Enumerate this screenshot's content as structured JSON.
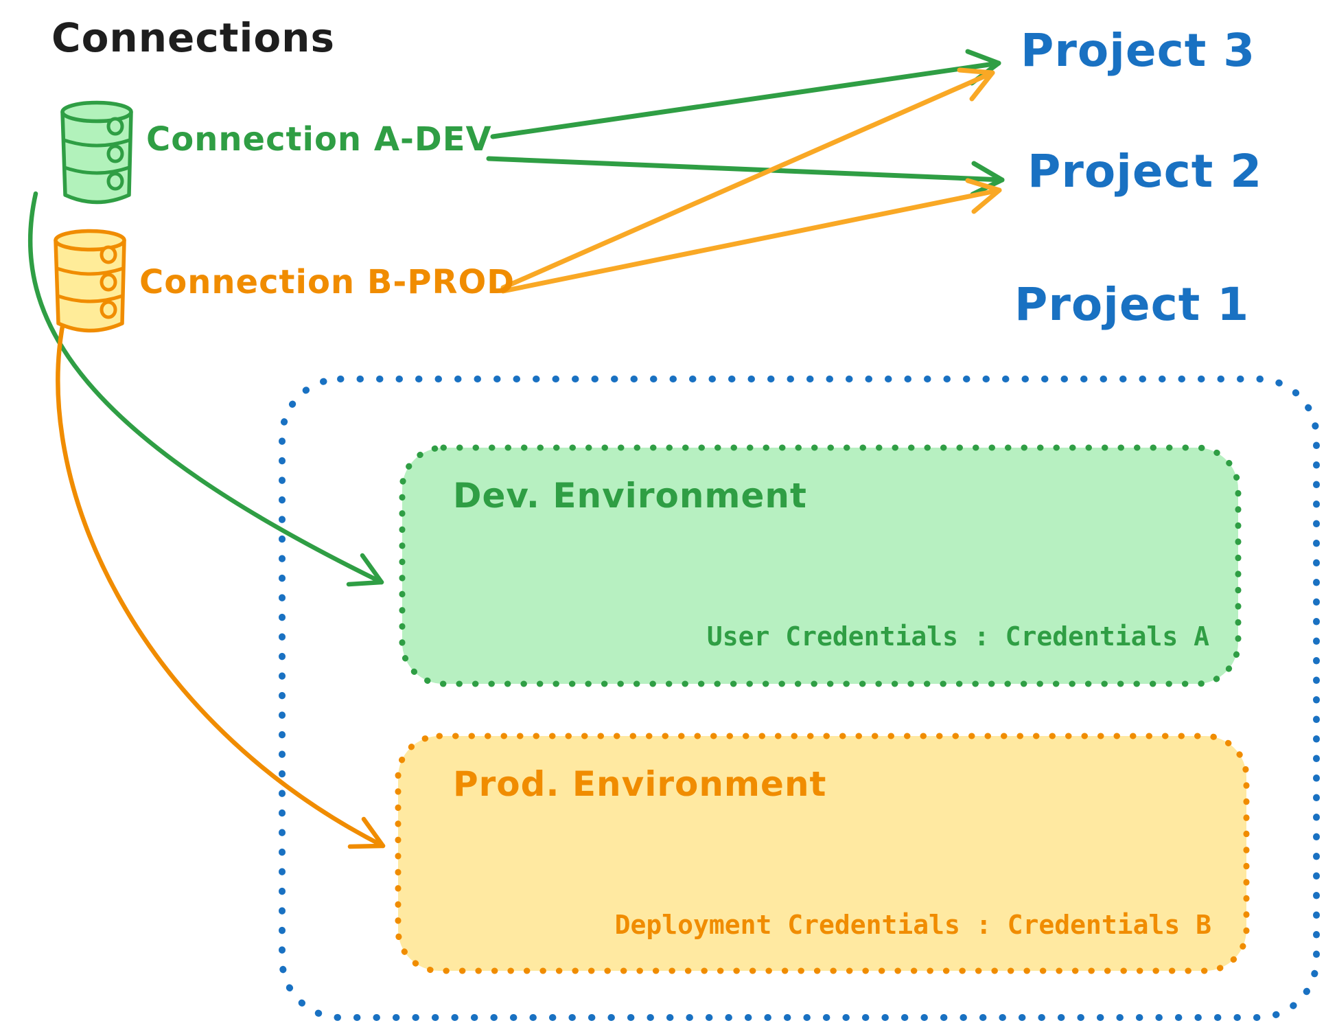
{
  "diagram": {
    "title": "Connections",
    "connections": [
      {
        "label": "Connection A-DEV",
        "icon": "database-icon",
        "color": "#2f9e44",
        "fill": "#b2f2bb"
      },
      {
        "label": "Connection B-PROD",
        "icon": "database-icon",
        "color": "#f08c00",
        "fill": "#ffec99"
      }
    ],
    "projects": [
      {
        "label": "Project 3"
      },
      {
        "label": "Project 2"
      },
      {
        "label": "Project 1"
      }
    ],
    "project1": {
      "environments": [
        {
          "title": "Dev. Environment",
          "credentials": "User Credentials : Credentials A",
          "color": "#2f9e44",
          "fill": "#b2f2bb"
        },
        {
          "title": "Prod. Environment",
          "credentials": "Deployment Credentials : Credentials B",
          "color": "#f08c00",
          "fill": "#ffec99"
        }
      ]
    },
    "edges": [
      {
        "from": "Connection A-DEV",
        "to": "Project 3",
        "style": "straight-arrow",
        "color": "#2f9e44"
      },
      {
        "from": "Connection A-DEV",
        "to": "Project 2",
        "style": "straight-arrow",
        "color": "#2f9e44"
      },
      {
        "from": "Connection A-DEV",
        "to": "Dev. Environment",
        "style": "curved-arrow",
        "color": "#2f9e44"
      },
      {
        "from": "Connection B-PROD",
        "to": "Project 3",
        "style": "straight-arrow",
        "color": "#f08c00"
      },
      {
        "from": "Connection B-PROD",
        "to": "Project 2",
        "style": "straight-arrow",
        "color": "#f08c00"
      },
      {
        "from": "Connection B-PROD",
        "to": "Prod. Environment",
        "style": "curved-arrow",
        "color": "#f08c00"
      }
    ],
    "colors": {
      "ink": "#1e1e1e",
      "green": "#2f9e44",
      "green_fill": "#b2f2bb",
      "orange": "#f08c00",
      "orange_fill": "#ffec99",
      "blue": "#1971c2"
    }
  }
}
